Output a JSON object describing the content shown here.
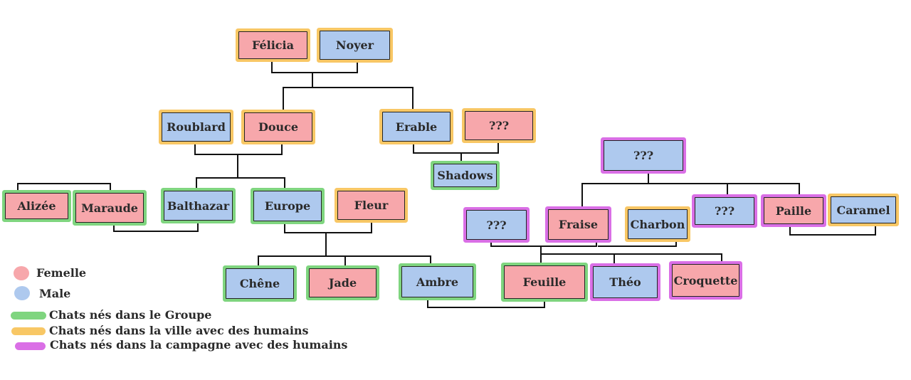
{
  "colors": {
    "femelle": "#f7a7ab",
    "male": "#aec9ee",
    "groupe": "#7fd57f",
    "ville": "#f8c765",
    "campagne": "#da6fe6"
  },
  "cats": {
    "felicia": "Félicia",
    "noyer": "Noyer",
    "roublard": "Roublard",
    "douce": "Douce",
    "erable": "Erable",
    "unknown1": "???",
    "shadows": "Shadows",
    "alizee": "Alizée",
    "maraude": "Maraude",
    "balthazar": "Balthazar",
    "europe": "Europe",
    "fleur": "Fleur",
    "chene": "Chêne",
    "jade": "Jade",
    "ambre": "Ambre",
    "unknown2": "???",
    "unknown3": "???",
    "fraise": "Fraise",
    "charbon": "Charbon",
    "unknown4": "???",
    "paille": "Paille",
    "caramel": "Caramel",
    "feuille": "Feuille",
    "theo": "Théo",
    "croquette": "Croquette"
  },
  "legend": {
    "femelle": "Femelle",
    "male": "Male",
    "groupe": "Chats nés dans le Groupe",
    "ville": "Chats nés dans la ville avec des humains",
    "campagne": "Chats nés dans la campagne avec des humains"
  }
}
